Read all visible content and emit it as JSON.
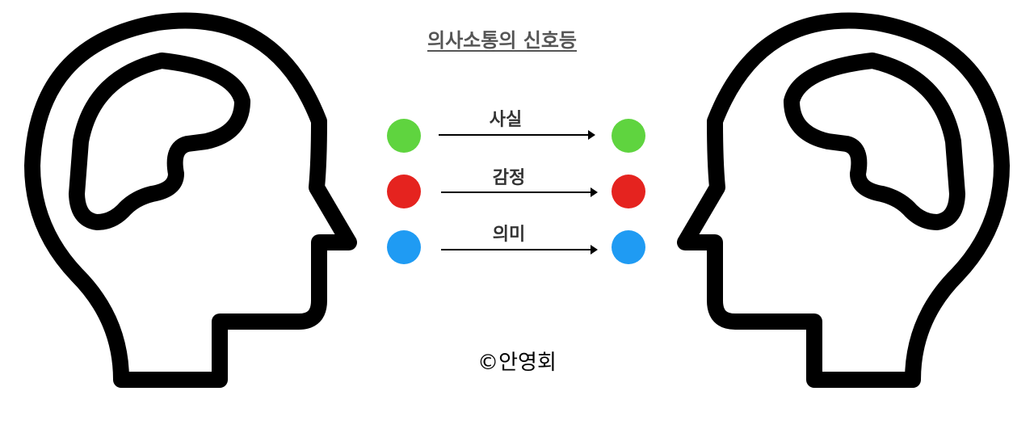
{
  "title": "의사소통의 신호등",
  "signals": [
    {
      "label": "사실",
      "color": "#5fd43f"
    },
    {
      "label": "감정",
      "color": "#e5231f"
    },
    {
      "label": "의미",
      "color": "#1f9bf3"
    }
  ],
  "credit": "©안영회",
  "icons": {
    "left": "head-profile-right",
    "right": "head-profile-left"
  }
}
